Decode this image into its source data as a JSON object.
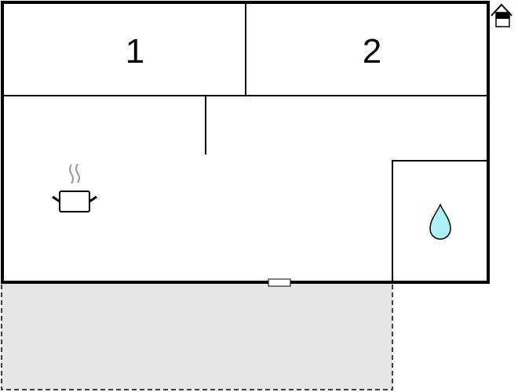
{
  "rooms": [
    {
      "label": "1",
      "type": "bedroom"
    },
    {
      "label": "2",
      "type": "bedroom"
    }
  ],
  "icons": {
    "kitchen": "cooking-pot-icon",
    "bathroom": "water-drop-icon",
    "house": "house-icon"
  },
  "colors": {
    "terrace": "#e6e6e6",
    "water": "#aeeef5"
  }
}
